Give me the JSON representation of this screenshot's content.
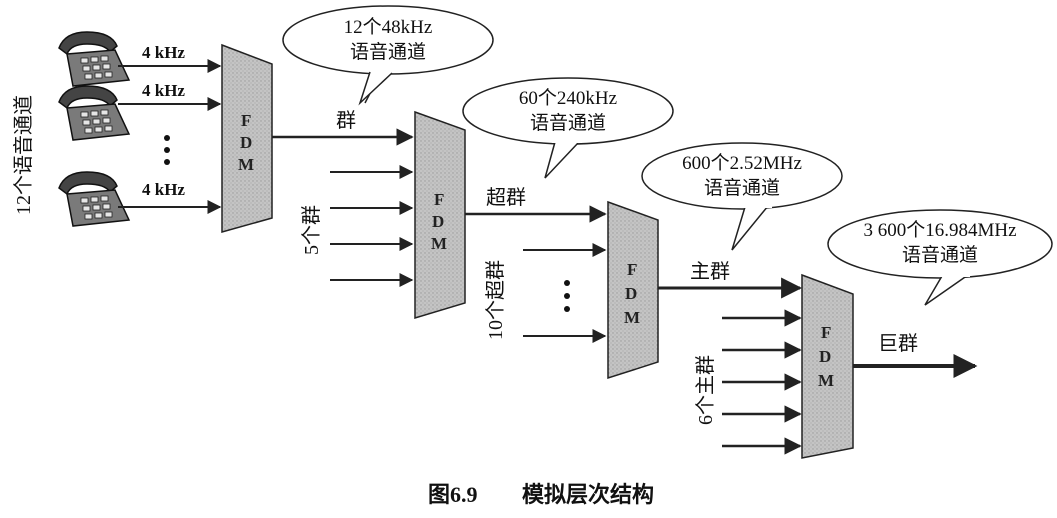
{
  "phones": {
    "rate_labels": [
      "4 kHz",
      "4 kHz",
      "4 kHz"
    ],
    "count_label": "12个语音通道"
  },
  "mux": {
    "letters": [
      "F",
      "D",
      "M"
    ]
  },
  "bubbles": [
    {
      "line1": "12个48kHz",
      "line2": "语音通道"
    },
    {
      "line1": "60个240kHz",
      "line2": "语音通道"
    },
    {
      "line1": "600个2.52MHz",
      "line2": "语音通道"
    },
    {
      "line1": "3 600个16.984MHz",
      "line2": "语音通道"
    }
  ],
  "outputs": [
    "群",
    "超群",
    "主群",
    "巨群"
  ],
  "input_counts": [
    "5个群",
    "10个超群",
    "6个主群"
  ],
  "caption": {
    "figure": "图6.9",
    "title": "模拟层次结构"
  },
  "colors": {
    "fdm_fill": "#bcbcbc",
    "bubble_fill": "#ffffff",
    "line": "#222222"
  }
}
